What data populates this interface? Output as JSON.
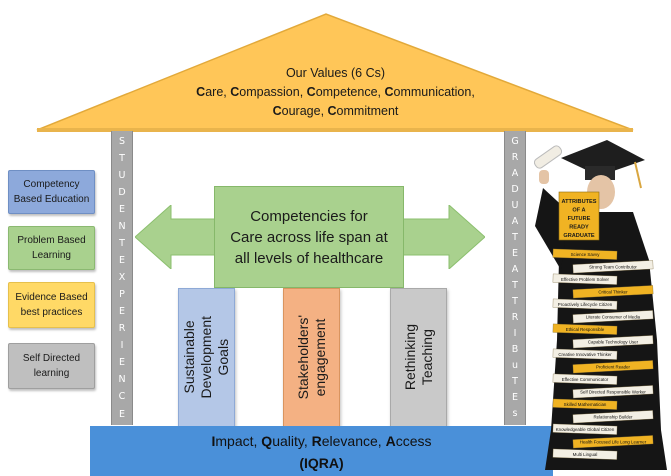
{
  "roof": {
    "title": "Our Values (6 Cs)",
    "line1_parts": [
      {
        "b": "C",
        "t": "are, "
      },
      {
        "b": "C",
        "t": "ompassion, "
      },
      {
        "b": "C",
        "t": "ompetence, "
      },
      {
        "b": "C",
        "t": "ommunication,"
      }
    ],
    "line2_parts": [
      {
        "b": "C",
        "t": "ourage, "
      },
      {
        "b": "C",
        "t": "ommitment"
      }
    ],
    "color": "#ffc658"
  },
  "pillars": {
    "left_letters": [
      "S",
      "T",
      "U",
      "D",
      "E",
      "N",
      "T",
      "E",
      "X",
      "P",
      "E",
      "R",
      "I",
      "E",
      "N",
      "C",
      "E"
    ],
    "right_letters": [
      "G",
      "R",
      "A",
      "D",
      "U",
      "A",
      "T",
      "E",
      "A",
      "T",
      "T",
      "R",
      "I",
      "B",
      "u",
      "T",
      "E",
      "s"
    ]
  },
  "legend": {
    "competency": "Competency Based Education",
    "problem": "Problem Based Learning",
    "evidence": "Evidence Based best practices",
    "selfdirected": "Self Directed learning"
  },
  "center": {
    "line1": "Competencies for",
    "line2": "Care across life span at",
    "line3": "all levels of healthcare"
  },
  "columns": {
    "sdg": [
      "Sustainable",
      "Development",
      "Goals"
    ],
    "stake": [
      "Stakeholders'",
      "engagement"
    ],
    "teach": [
      "Rethinking",
      "Teaching"
    ]
  },
  "base": {
    "line1_parts": [
      {
        "b": "I",
        "t": "mpact, "
      },
      {
        "b": "Q",
        "t": "uality, "
      },
      {
        "b": "R",
        "t": "elevance, "
      },
      {
        "b": "A",
        "t": "ccess"
      }
    ],
    "line2": "(IQRA)"
  },
  "graduate": {
    "sign": [
      "ATTRIBUTES",
      "OF A",
      "FUTURE",
      "READY",
      "GRADUATE"
    ],
    "tags": [
      "Science Savvy",
      "Strong Team Contributor",
      "Effective Problem Solver",
      "Critical Thinker",
      "Proactively Lifecycle Citizen",
      "Literate Consumer of Media",
      "Ethical Responsible",
      "Capable Technology User",
      "Creative Innovative Thinker",
      "Proficient Reader",
      "Effective Communicator",
      "Self Directed Responsible Worker",
      "Skilled Mathematician",
      "Relationship Builder",
      "Knowledgeable Global Citizen",
      "Health Focused Life Long Learner",
      "Multi Lingual"
    ]
  }
}
